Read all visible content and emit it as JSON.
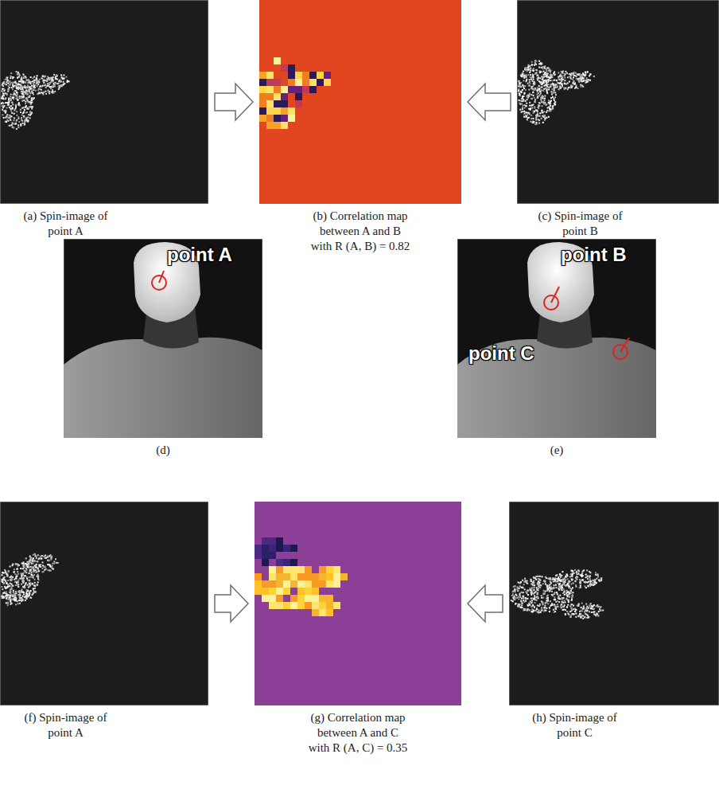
{
  "diagram": {
    "nodes": [
      {
        "text": [
          "(a) Spin-image of point A"
        ]
      },
      {
        "text": [
          "(b) Correlation map between A and B with R (A, B) = 0.82"
        ]
      },
      {
        "text": [
          "(c) Spin-image of point B"
        ]
      },
      {
        "text": [
          "point A",
          "(d)"
        ]
      },
      {
        "text": [
          "point B",
          "point C",
          "(e)"
        ]
      },
      {
        "text": [
          "(f) Spin-image of point A"
        ]
      },
      {
        "text": [
          "(g) Correlation map between A and C with R (A, C) = 0.35"
        ]
      },
      {
        "text": [
          "(h) Spin-image of point C"
        ]
      }
    ],
    "edges": [
      {
        "from": 0,
        "to": 1,
        "arrow": "to"
      },
      {
        "from": 2,
        "to": 1,
        "arrow": "to"
      },
      {
        "from": 5,
        "to": 6,
        "arrow": "to"
      },
      {
        "from": 7,
        "to": 6,
        "arrow": "to"
      }
    ]
  }
}
